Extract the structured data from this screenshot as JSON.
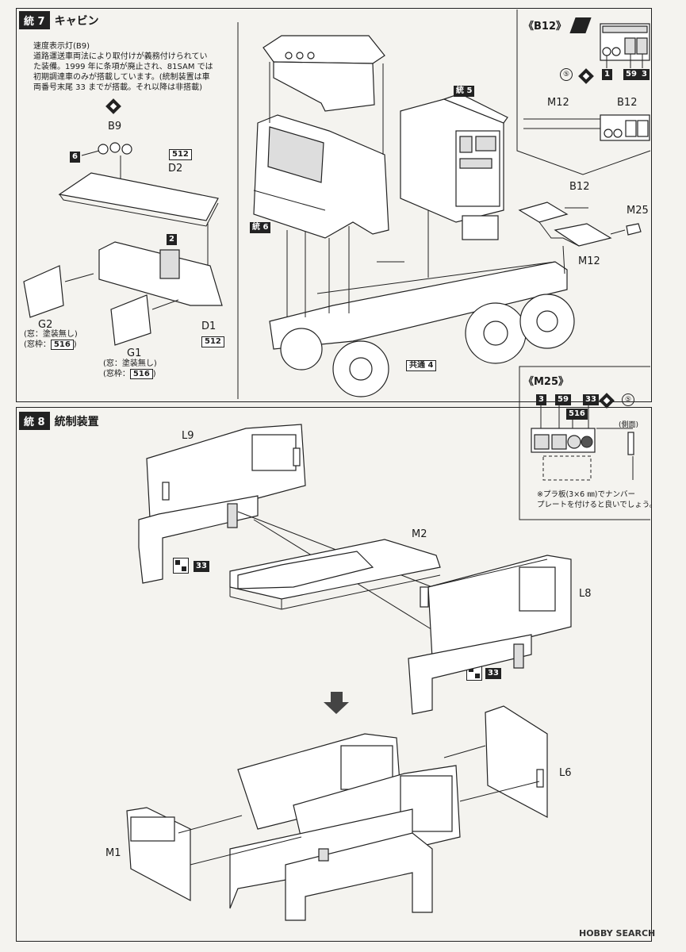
{
  "step7": {
    "number": "統 7",
    "title": "キャビン",
    "note_title": "速度表示灯(B9)",
    "note_lines": [
      "道路運送車両法により取付けが義務付けられてい",
      "た装備。1999 年に条項が廃止され、81SAM では",
      "初期調達車のみが搭載しています。(統制装置は車",
      "両番号末尾 33 までが搭載。それ以降は非搭載)"
    ],
    "parts": {
      "B9": "B9",
      "D2": "D2",
      "D1": "D1",
      "G2": "G2",
      "G1": "G1",
      "label_512_top": "512",
      "label_512_bottom": "512",
      "decal_6": "6",
      "decal_2": "2",
      "g2_note": "(窓：塗装無し)",
      "g2_frame": "(窓枠：",
      "g2_frame_num": "516",
      "g2_close": ")",
      "g1_note": "(窓：塗装無し)",
      "g1_frame": "(窓枠：",
      "g1_frame_num": "516",
      "g1_close": ")"
    },
    "refs": {
      "ref5": "統 5",
      "ref6": "統 6",
      "common4": "共通 4"
    },
    "b12_part": "B12",
    "m12_part": "M12",
    "m25_part": "M25"
  },
  "b12_box": {
    "title": "《B12》",
    "circle": "⑤",
    "tags": [
      "1",
      "59",
      "3"
    ],
    "m12": "M12",
    "b12": "B12"
  },
  "m25_box": {
    "title": "《M25》",
    "tags": [
      "3",
      "59",
      "33"
    ],
    "circle": "⑤",
    "tag516": "516",
    "side": "(側面)",
    "note": "※プラ板(3×6 ㎜)でナンバー",
    "note2": "プレートを付けると良いでしょう。"
  },
  "step8": {
    "number": "統 8",
    "title": "統制装置",
    "parts": {
      "L9": "L9",
      "M2": "M2",
      "L8": "L8",
      "L6": "L6",
      "M1": "M1"
    },
    "paint33_a": "33",
    "paint33_b": "33"
  },
  "watermark": "HOBBY SEARCH"
}
